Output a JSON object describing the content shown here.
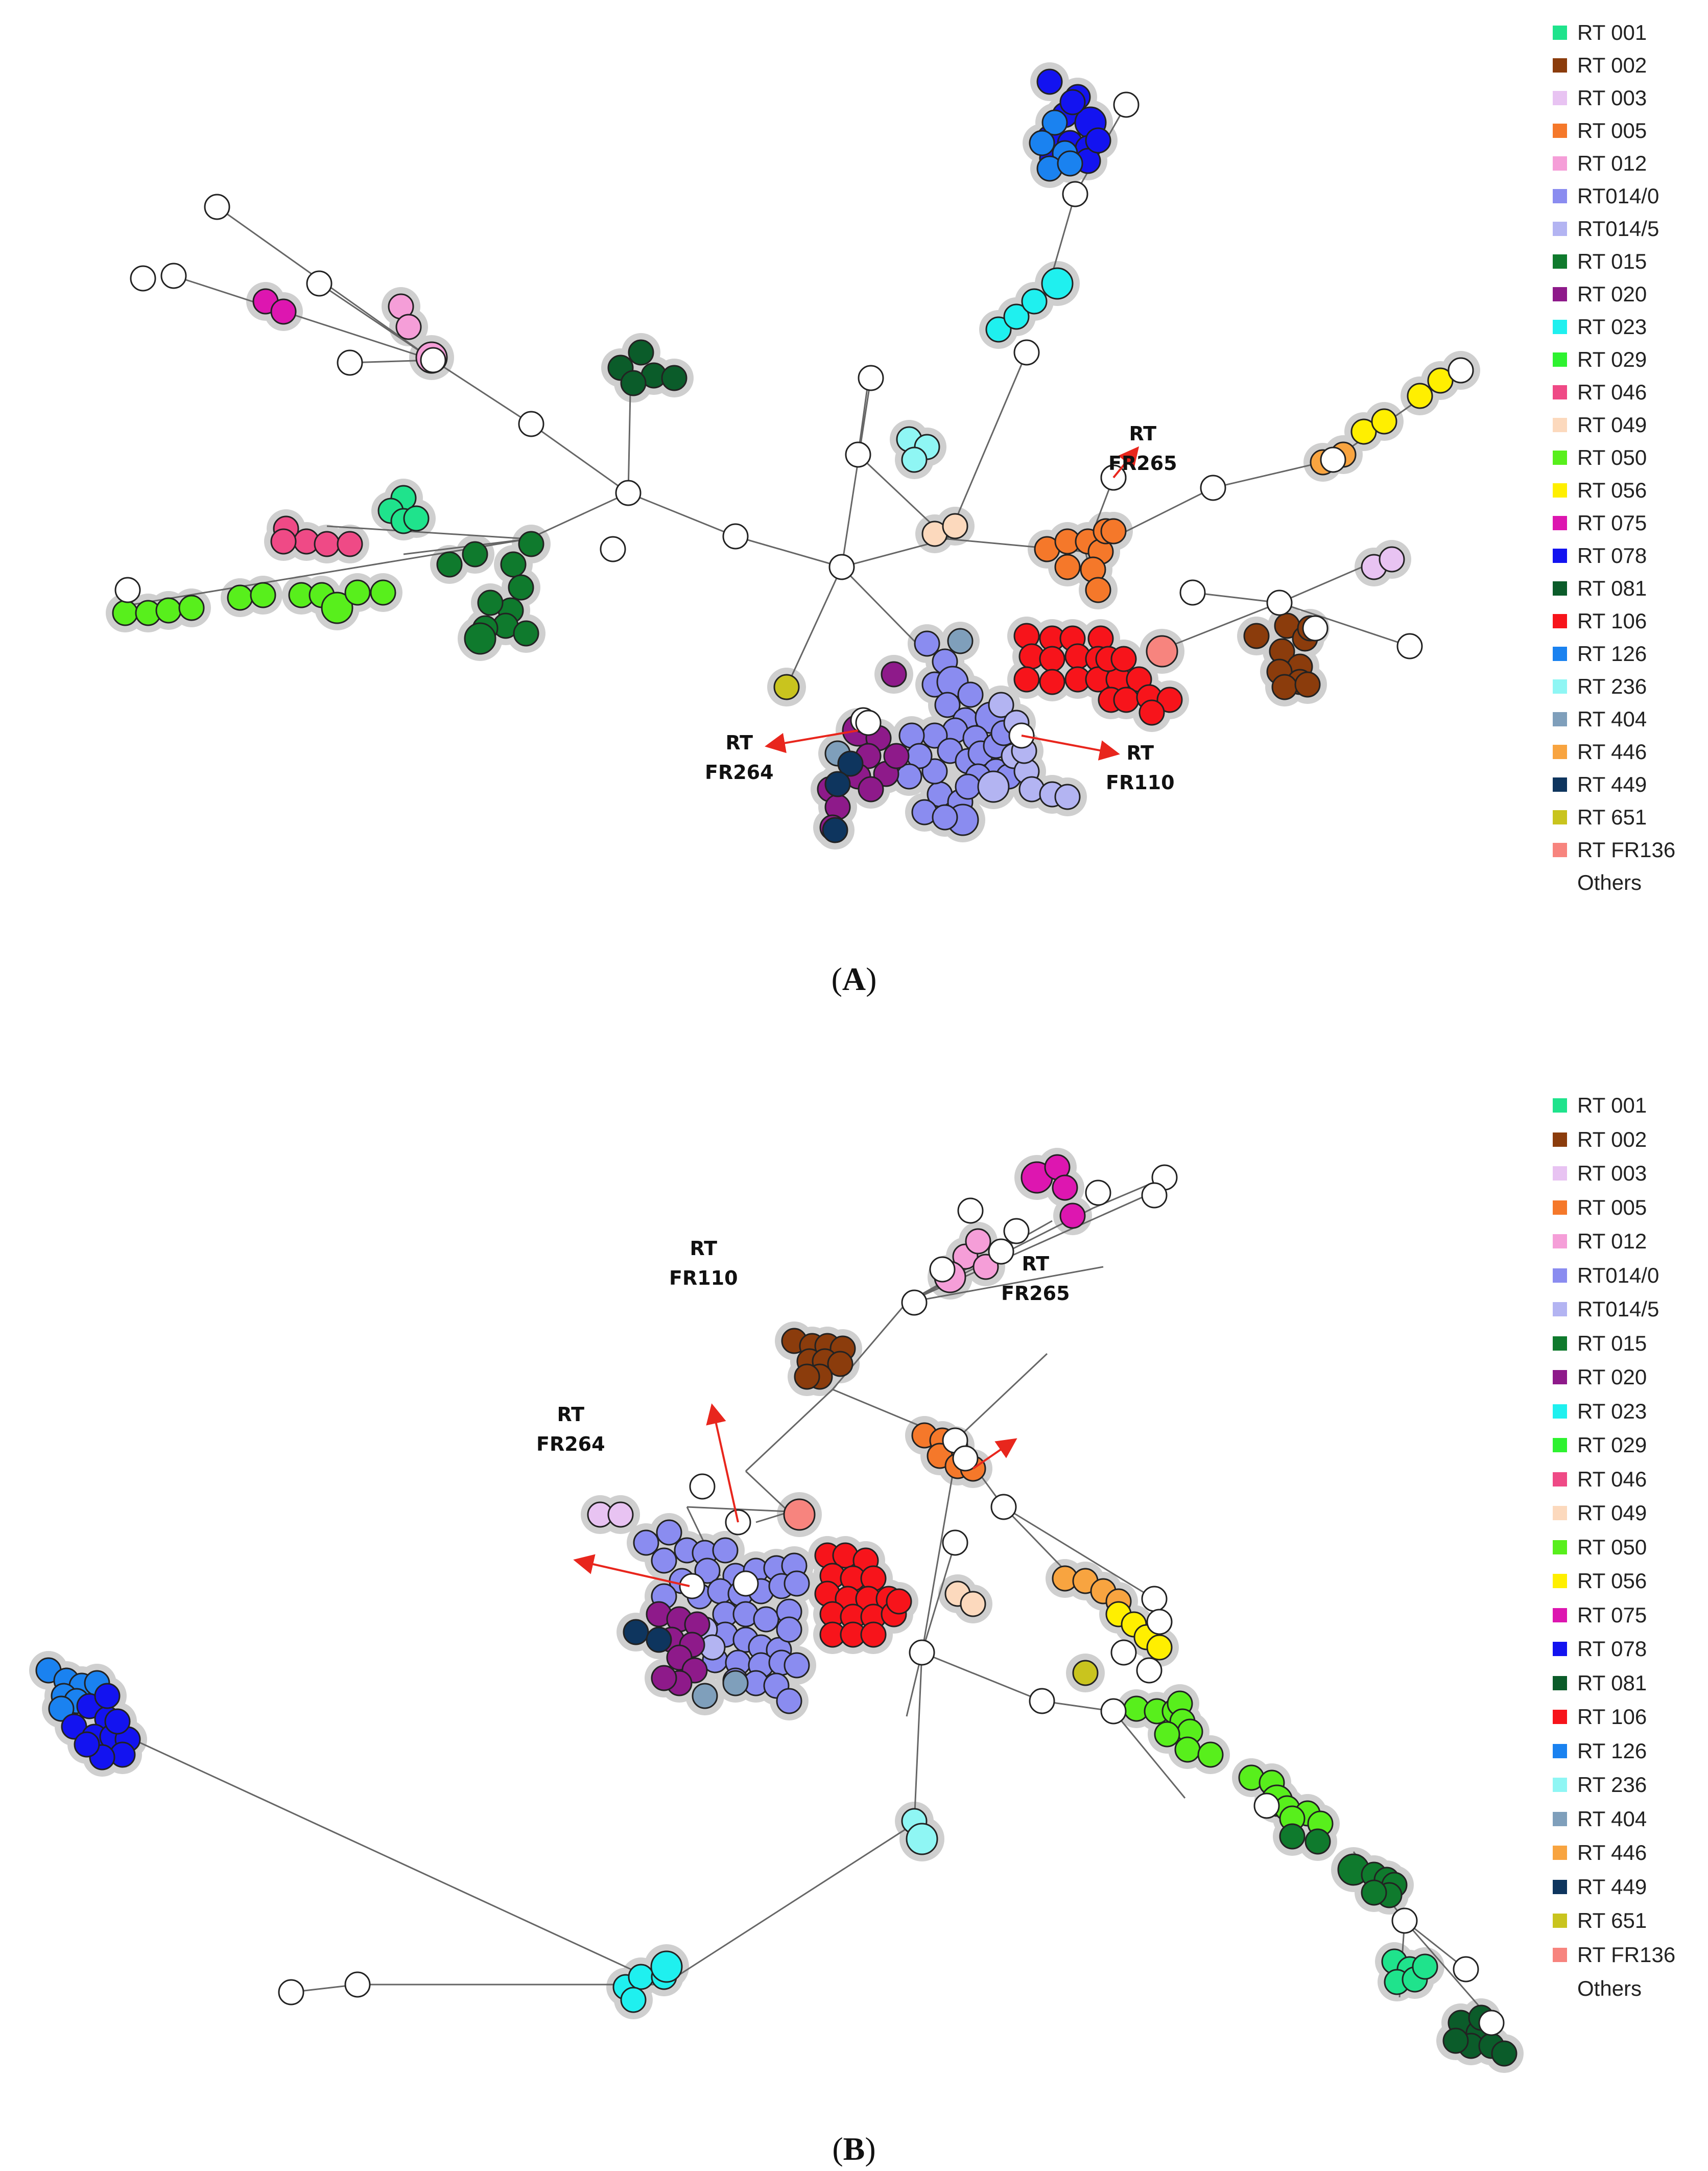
{
  "legend": [
    {
      "label": "RT 001",
      "color": "#1fe38c"
    },
    {
      "label": "RT 002",
      "color": "#8b3c0c"
    },
    {
      "label": "RT 003",
      "color": "#e8c3f2"
    },
    {
      "label": "RT 005",
      "color": "#f5782a"
    },
    {
      "label": "RT 012",
      "color": "#f59ed8"
    },
    {
      "label": "RT014/0",
      "color": "#8a8cf0"
    },
    {
      "label": "RT014/5",
      "color": "#b3b4f2"
    },
    {
      "label": "RT 015",
      "color": "#0f7a2d"
    },
    {
      "label": "RT 020",
      "color": "#8e1a8a"
    },
    {
      "label": "RT 023",
      "color": "#1ff0ef"
    },
    {
      "label": "RT 029",
      "color": "#2ef230"
    },
    {
      "label": "RT 046",
      "color": "#ef4a86"
    },
    {
      "label": "RT 049",
      "color": "#fcd9bd"
    },
    {
      "label": "RT 050",
      "color": "#58ef1c"
    },
    {
      "label": "RT 056",
      "color": "#ffef00"
    },
    {
      "label": "RT 075",
      "color": "#dd16b0"
    },
    {
      "label": "RT 078",
      "color": "#1313f0"
    },
    {
      "label": "RT 081",
      "color": "#0b5c2a"
    },
    {
      "label": "RT 106",
      "color": "#f7141b"
    },
    {
      "label": "RT 126",
      "color": "#1a82f0"
    },
    {
      "label": "RT 236",
      "color": "#8ff6f4"
    },
    {
      "label": "RT 404",
      "color": "#7f9fbb"
    },
    {
      "label": "RT 446",
      "color": "#f8a440"
    },
    {
      "label": "RT 449",
      "color": "#0e355e"
    },
    {
      "label": "RT 651",
      "color": "#c9c41e"
    },
    {
      "label": "RT FR136",
      "color": "#f7847e"
    },
    {
      "label": "Others",
      "color": ""
    }
  ],
  "panels": [
    {
      "id": "A",
      "label": "A",
      "annotations": [
        {
          "line1": "RT",
          "line2": "FR265"
        },
        {
          "line1": "RT",
          "line2": "FR264"
        },
        {
          "line1": "RT",
          "line2": "FR110"
        }
      ]
    },
    {
      "id": "B",
      "label": "B",
      "annotations": [
        {
          "line1": "RT",
          "line2": "FR110"
        },
        {
          "line1": "RT",
          "line2": "FR265"
        },
        {
          "line1": "RT",
          "line2": "FR264"
        }
      ]
    }
  ],
  "colors": {
    "edge": "#666666",
    "halo": "#cfcfcf",
    "arrow": "#e8261d",
    "others_fill": "#ffffff"
  }
}
